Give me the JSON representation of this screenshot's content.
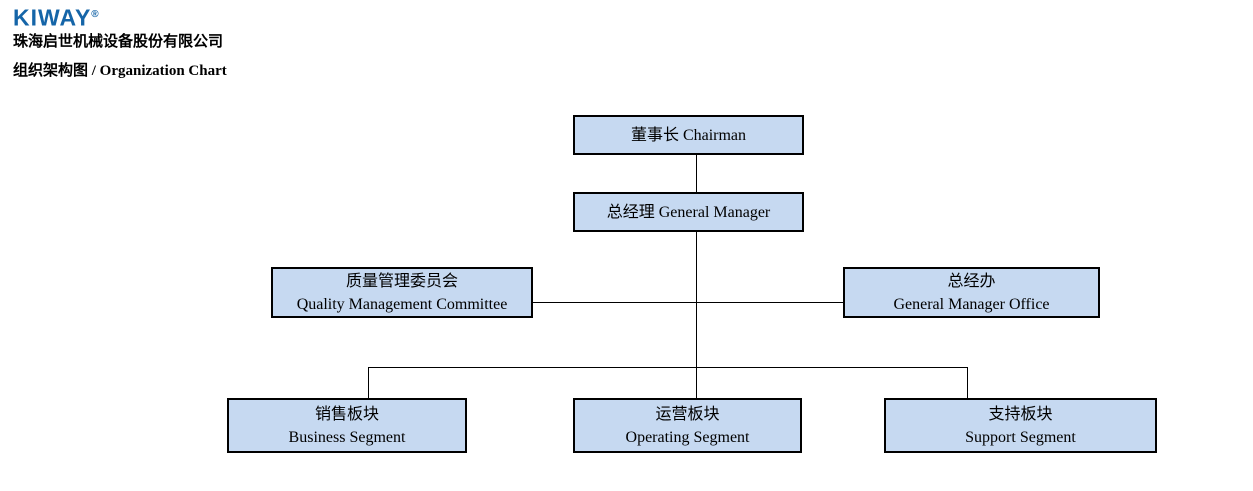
{
  "header": {
    "logo_text": "KIWAY",
    "logo_reg": "®",
    "company_name": "珠海启世机械设备股份有限公司",
    "chart_title": "组织架构图 / Organization Chart"
  },
  "colors": {
    "logo_blue": "#1565a8",
    "box_fill": "#c6d9f1",
    "box_border": "#000000",
    "connector": "#000000",
    "page_background": "#ffffff"
  },
  "org": {
    "nodes": [
      {
        "id": "chairman",
        "lines": [
          "董事长 Chairman"
        ]
      },
      {
        "id": "general-manager",
        "lines": [
          "总经理 General Manager"
        ]
      },
      {
        "id": "quality-management-committee",
        "lines": [
          "质量管理委员会",
          "Quality Management Committee"
        ]
      },
      {
        "id": "general-manager-office",
        "lines": [
          "总经办",
          "General Manager Office"
        ]
      },
      {
        "id": "business-segment",
        "lines": [
          "销售板块",
          "Business Segment"
        ]
      },
      {
        "id": "operating-segment",
        "lines": [
          "运营板块",
          "Operating Segment"
        ]
      },
      {
        "id": "support-segment",
        "lines": [
          "支持板块",
          "Support Segment"
        ]
      }
    ],
    "edges": [
      {
        "from": "chairman",
        "to": "general-manager"
      },
      {
        "from": "general-manager",
        "to": "quality-management-committee"
      },
      {
        "from": "general-manager",
        "to": "general-manager-office"
      },
      {
        "from": "general-manager",
        "to": "business-segment"
      },
      {
        "from": "general-manager",
        "to": "operating-segment"
      },
      {
        "from": "general-manager",
        "to": "support-segment"
      }
    ]
  }
}
